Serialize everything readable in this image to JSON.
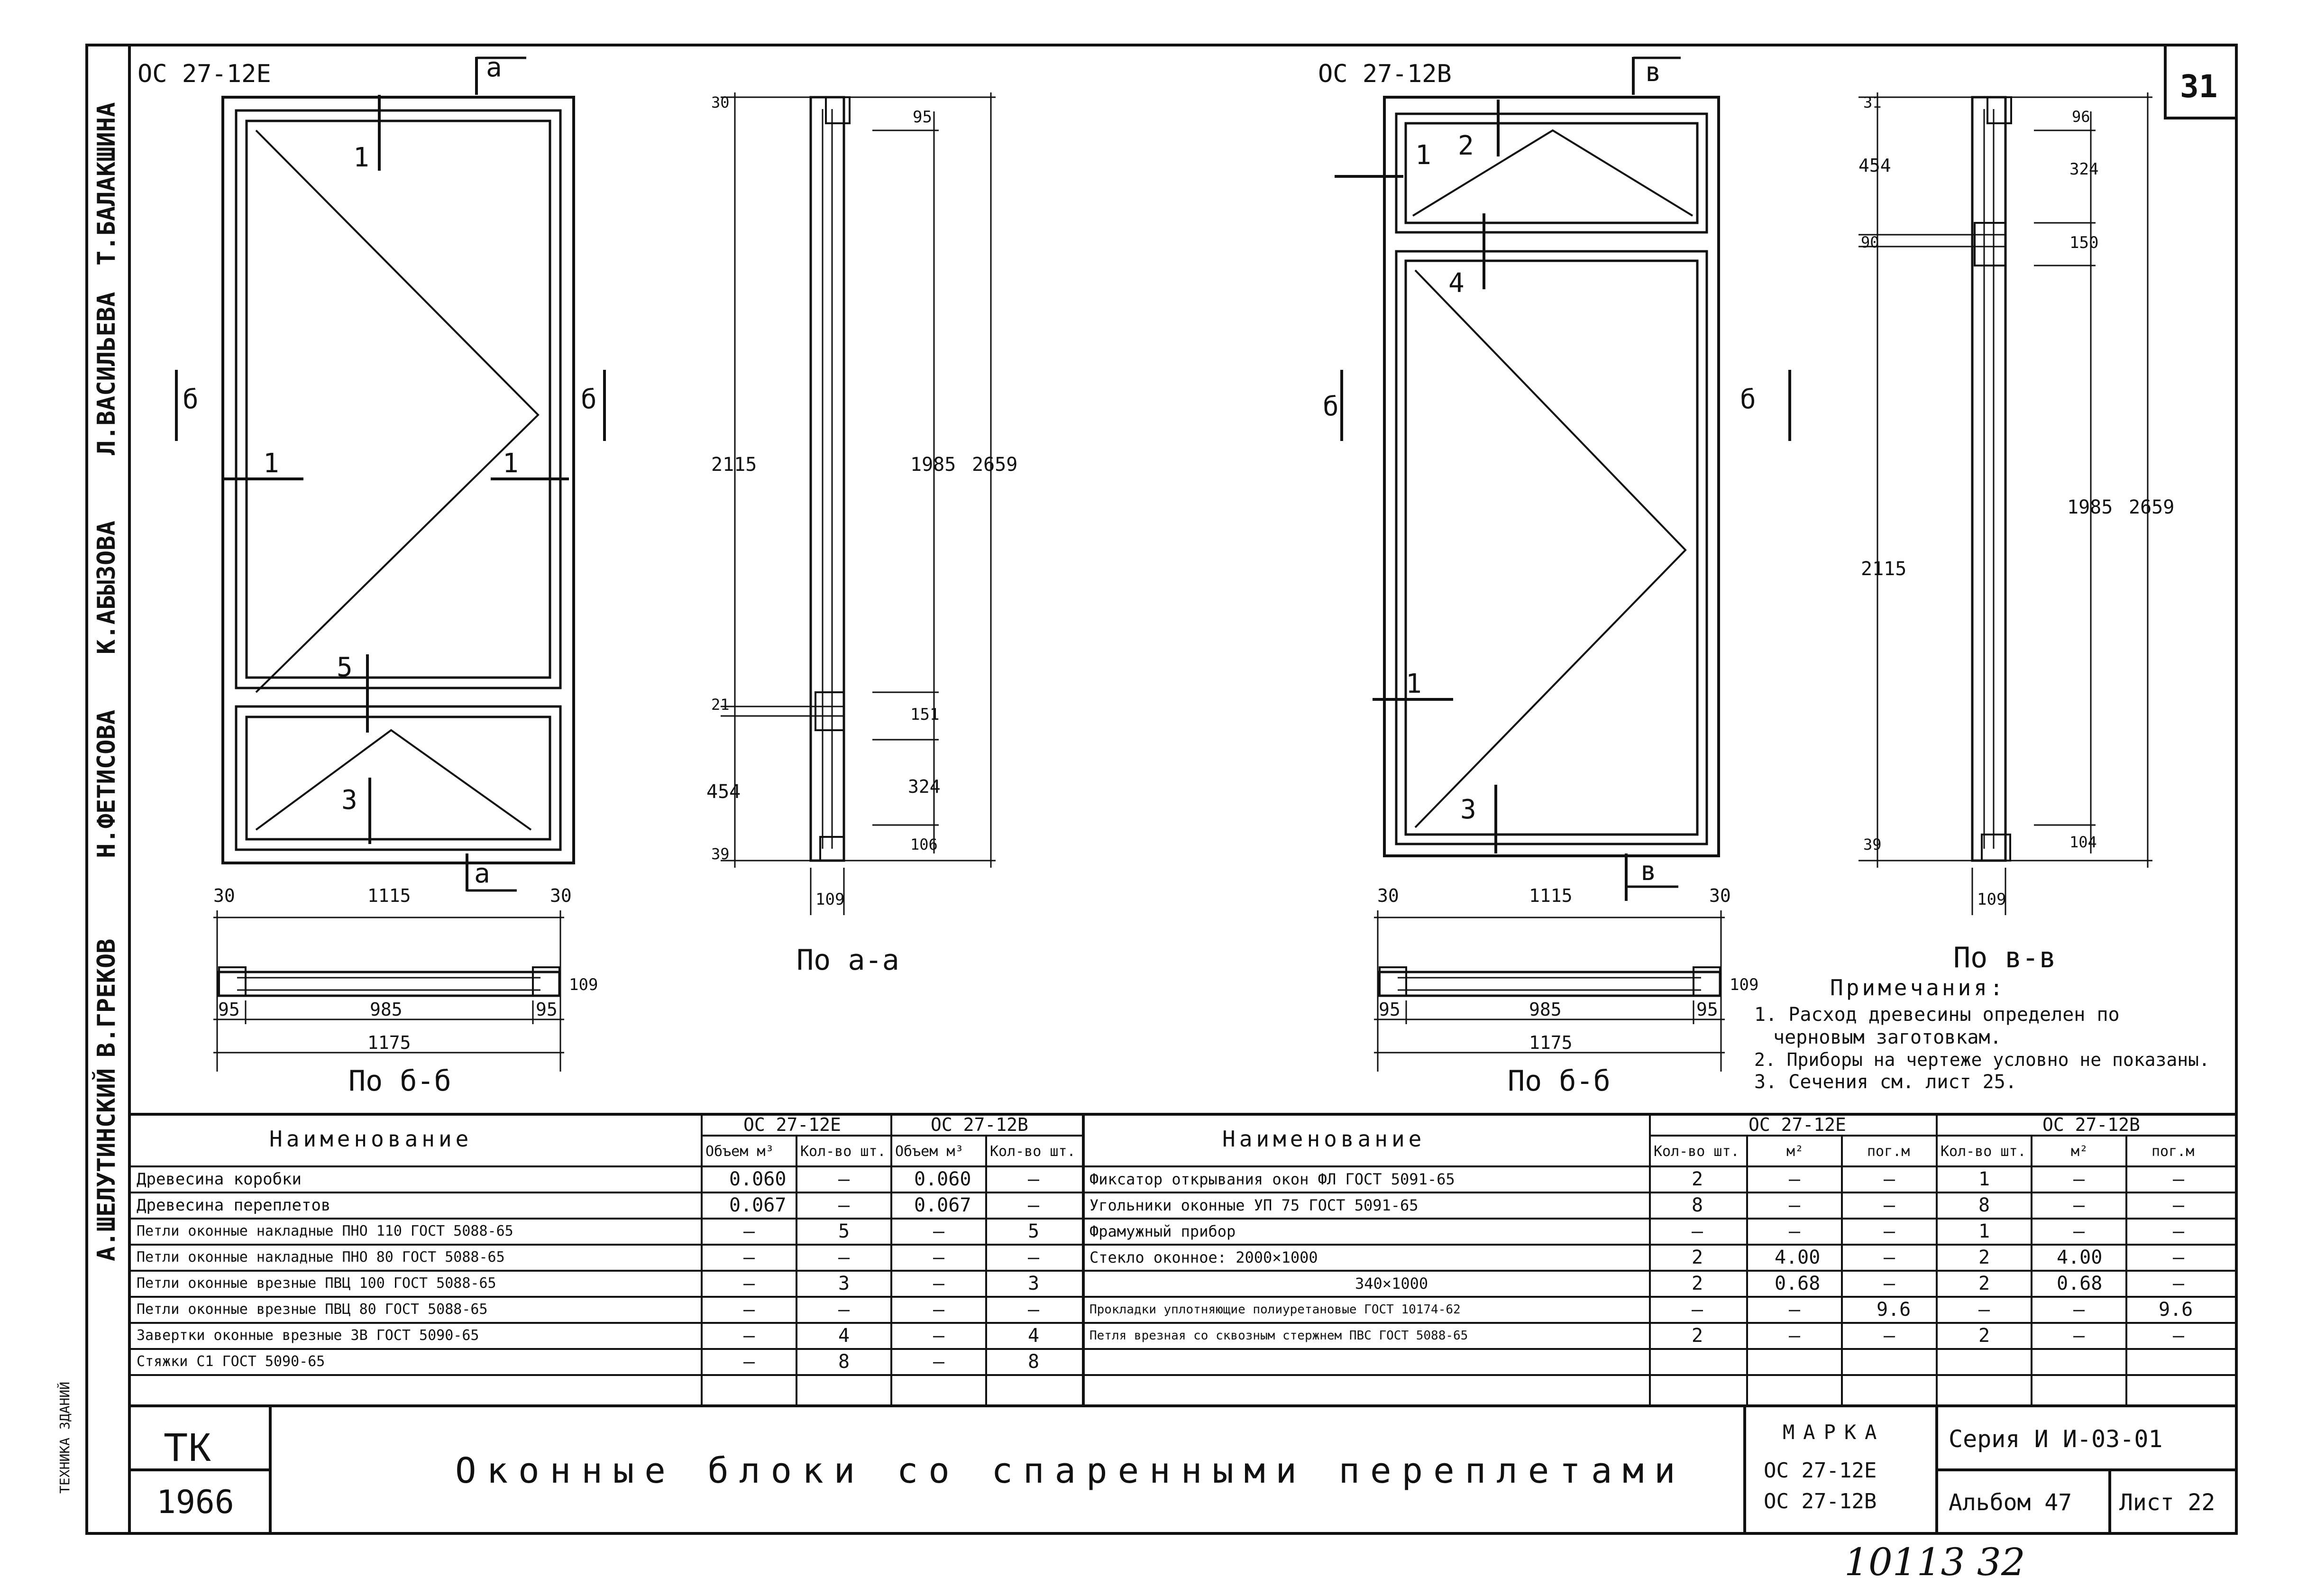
{
  "sheet": {
    "corner_number": "31",
    "handwritten_number": "10113 32",
    "authors": [
      "Т.БАЛАКШИНА",
      "Л.ВАСИЛЬЕВА",
      "К.АБЫЗОВА",
      "Н.ФЕТИСОВА",
      "В.ГРЕКОВ",
      "А.ШЕЛУТИНСКИЙ"
    ],
    "side_text": "ТЕХНИКА ЗДАНИЙ"
  },
  "drawings": {
    "e": {
      "mark": "ОС 27-12Е",
      "section_a": "а",
      "section_b": "б",
      "part_numbers": [
        "1",
        "1",
        "1",
        "5",
        "3"
      ],
      "section_caption": "По а-а",
      "plan_caption": "По б-б",
      "dims_section": [
        "30",
        "2115",
        "21",
        "454",
        "39",
        "95",
        "1985",
        "151",
        "324",
        "106",
        "2659",
        "109"
      ],
      "dims_plan": [
        "30",
        "1115",
        "30",
        "95",
        "985",
        "95",
        "1175",
        "109"
      ]
    },
    "b": {
      "mark": "ОС 27-12В",
      "section_v": "в",
      "section_b": "б",
      "part_numbers": [
        "1",
        "2",
        "4",
        "1",
        "3"
      ],
      "section_caption": "По в-в",
      "plan_caption": "По б-б",
      "dims_section": [
        "31",
        "454",
        "90",
        "2115",
        "39",
        "96",
        "324",
        "150",
        "1985",
        "104",
        "2659",
        "109"
      ],
      "dims_plan": [
        "30",
        "1115",
        "30",
        "95",
        "985",
        "95",
        "1175",
        "109"
      ]
    }
  },
  "notes": {
    "title": "Примечания:",
    "items": [
      "1. Расход древесины определен по",
      "черновым заготовкам.",
      "2. Приборы на чертеже условно не показаны.",
      "3. Сечения см. лист 25."
    ]
  },
  "table_left": {
    "header_name": "Наименование",
    "header_e": "ОС 27-12Е",
    "header_b": "ОС 27-12В",
    "sub_headers": [
      "Объем м³",
      "Кол-во шт.",
      "Объем м³",
      "Кол-во шт."
    ],
    "rows": [
      {
        "name": "Древесина коробки",
        "c": [
          "0.060",
          "—",
          "0.060",
          "—"
        ]
      },
      {
        "name": "Древесина переплетов",
        "c": [
          "0.067",
          "—",
          "0.067",
          "—"
        ]
      },
      {
        "name": "Петли оконные накладные ПНО 110 ГОСТ 5088-65",
        "c": [
          "—",
          "5",
          "—",
          "5"
        ]
      },
      {
        "name": "Петли оконные накладные ПНО 80 ГОСТ 5088-65",
        "c": [
          "—",
          "—",
          "—",
          "—"
        ]
      },
      {
        "name": "Петли оконные врезные ПВЦ 100 ГОСТ 5088-65",
        "c": [
          "—",
          "3",
          "—",
          "3"
        ]
      },
      {
        "name": "Петли оконные врезные ПВЦ 80 ГОСТ 5088-65",
        "c": [
          "—",
          "—",
          "—",
          "—"
        ]
      },
      {
        "name": "Завертки оконные врезные ЗВ ГОСТ 5090-65",
        "c": [
          "—",
          "4",
          "—",
          "4"
        ]
      },
      {
        "name": "Стяжки С1 ГОСТ 5090-65",
        "c": [
          "—",
          "8",
          "—",
          "8"
        ]
      }
    ]
  },
  "table_right": {
    "header_name": "Наименование",
    "header_e": "ОС 27-12Е",
    "header_b": "ОС 27-12В",
    "sub_headers": [
      "Кол-во шт.",
      "м²",
      "пог.м",
      "Кол-во шт.",
      "м²",
      "пог.м"
    ],
    "rows": [
      {
        "name": "Фиксатор открывания окон ФЛ ГОСТ 5091-65",
        "c": [
          "2",
          "—",
          "—",
          "1",
          "—",
          "—"
        ]
      },
      {
        "name": "Угольники оконные УП 75 ГОСТ 5091-65",
        "c": [
          "8",
          "—",
          "—",
          "8",
          "—",
          "—"
        ]
      },
      {
        "name": "Фрамужный прибор",
        "c": [
          "—",
          "—",
          "—",
          "1",
          "—",
          "—"
        ]
      },
      {
        "name": "Стекло оконное: 2000×1000",
        "c": [
          "2",
          "4.00",
          "—",
          "2",
          "4.00",
          "—"
        ]
      },
      {
        "name": "340×1000",
        "c": [
          "2",
          "0.68",
          "—",
          "2",
          "0.68",
          "—"
        ]
      },
      {
        "name": "Прокладки уплотняющие полиуретановые ГОСТ 10174-62",
        "c": [
          "—",
          "—",
          "9.6",
          "—",
          "—",
          "9.6"
        ]
      },
      {
        "name": "Петля врезная со сквозным стержнем ПВС ГОСТ 5088-65",
        "c": [
          "2",
          "—",
          "—",
          "2",
          "—",
          "—"
        ]
      },
      {
        "name": "",
        "c": [
          "",
          "",
          "",
          "",
          "",
          ""
        ]
      }
    ]
  },
  "title_block": {
    "org": "ТК",
    "year": "1966",
    "title": "Оконные блоки со спаренными переплетами",
    "mark_label": "МАРКА",
    "marks": [
      "ОС 27-12Е",
      "ОС 27-12В"
    ],
    "series": "Серия И И-03-01",
    "album": "Альбом 47",
    "sheet": "Лист 22"
  }
}
